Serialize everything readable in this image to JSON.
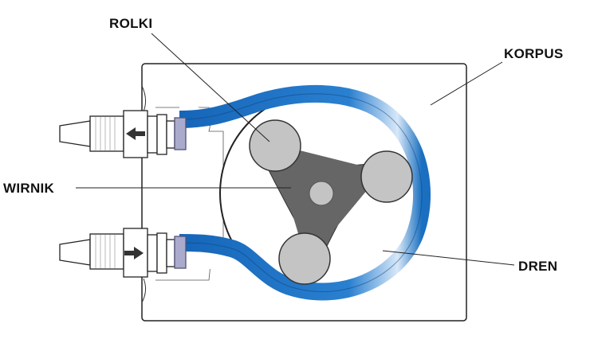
{
  "labels": {
    "rollers": "ROLKI",
    "housing": "KORPUS",
    "rotor": "WIRNIK",
    "tube": "DREN"
  },
  "colors": {
    "tube": "#1a6fc0",
    "rotor": "#666666",
    "roller": "#c4c4c4",
    "outline": "#222222"
  }
}
